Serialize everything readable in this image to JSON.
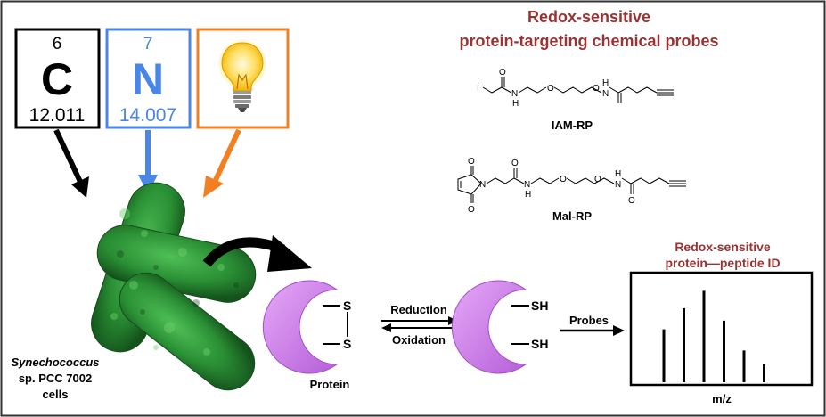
{
  "elements": {
    "carbon": {
      "number": "6",
      "symbol": "C",
      "mass": "12.011"
    },
    "nitrogen": {
      "number": "7",
      "symbol": "N",
      "mass": "14.007"
    }
  },
  "probes_title": {
    "line1": "Redox-sensitive",
    "line2": "protein-targeting chemical probes"
  },
  "structures": {
    "iam_rp": {
      "label": "IAM-RP",
      "atoms": {
        "iodine": "I",
        "n1": "N",
        "h1": "H",
        "o1": "O",
        "o2": "O",
        "n2": "N",
        "h2": "H",
        "o3": "O"
      }
    },
    "mal_rp": {
      "label": "Mal-RP",
      "atoms": {
        "o_top": "O",
        "o_bottom": "O",
        "n_ring": "N",
        "o_amide1": "O",
        "n1": "N",
        "h1": "H",
        "o1": "O",
        "o2": "O",
        "n2": "N",
        "h2": "H",
        "o_amide2": "O"
      }
    }
  },
  "cells": {
    "line1": "Synechococcus",
    "line2": "sp. PCC 7002",
    "line3": "cells"
  },
  "protein": {
    "label": "Protein",
    "s_top": "S",
    "s_bottom": "S",
    "sh_top": "SH",
    "sh_bottom": "SH"
  },
  "reaction": {
    "forward": "Reduction",
    "reverse": "Oxidation",
    "probes": "Probes"
  },
  "spectrum": {
    "title_line1": "Redox-sensitive",
    "title_line2": "protein—peptide ID",
    "axis_label": "m/z",
    "peaks": [
      0.55,
      0.77,
      0.95,
      0.64,
      0.33,
      0.19
    ]
  },
  "colors": {
    "title_red": "#993333",
    "nitrogen_blue": "#4a86e8",
    "light_orange": "#f28022",
    "protein_purple": "#cc77ee",
    "cell_green": "#2e8b3a"
  }
}
